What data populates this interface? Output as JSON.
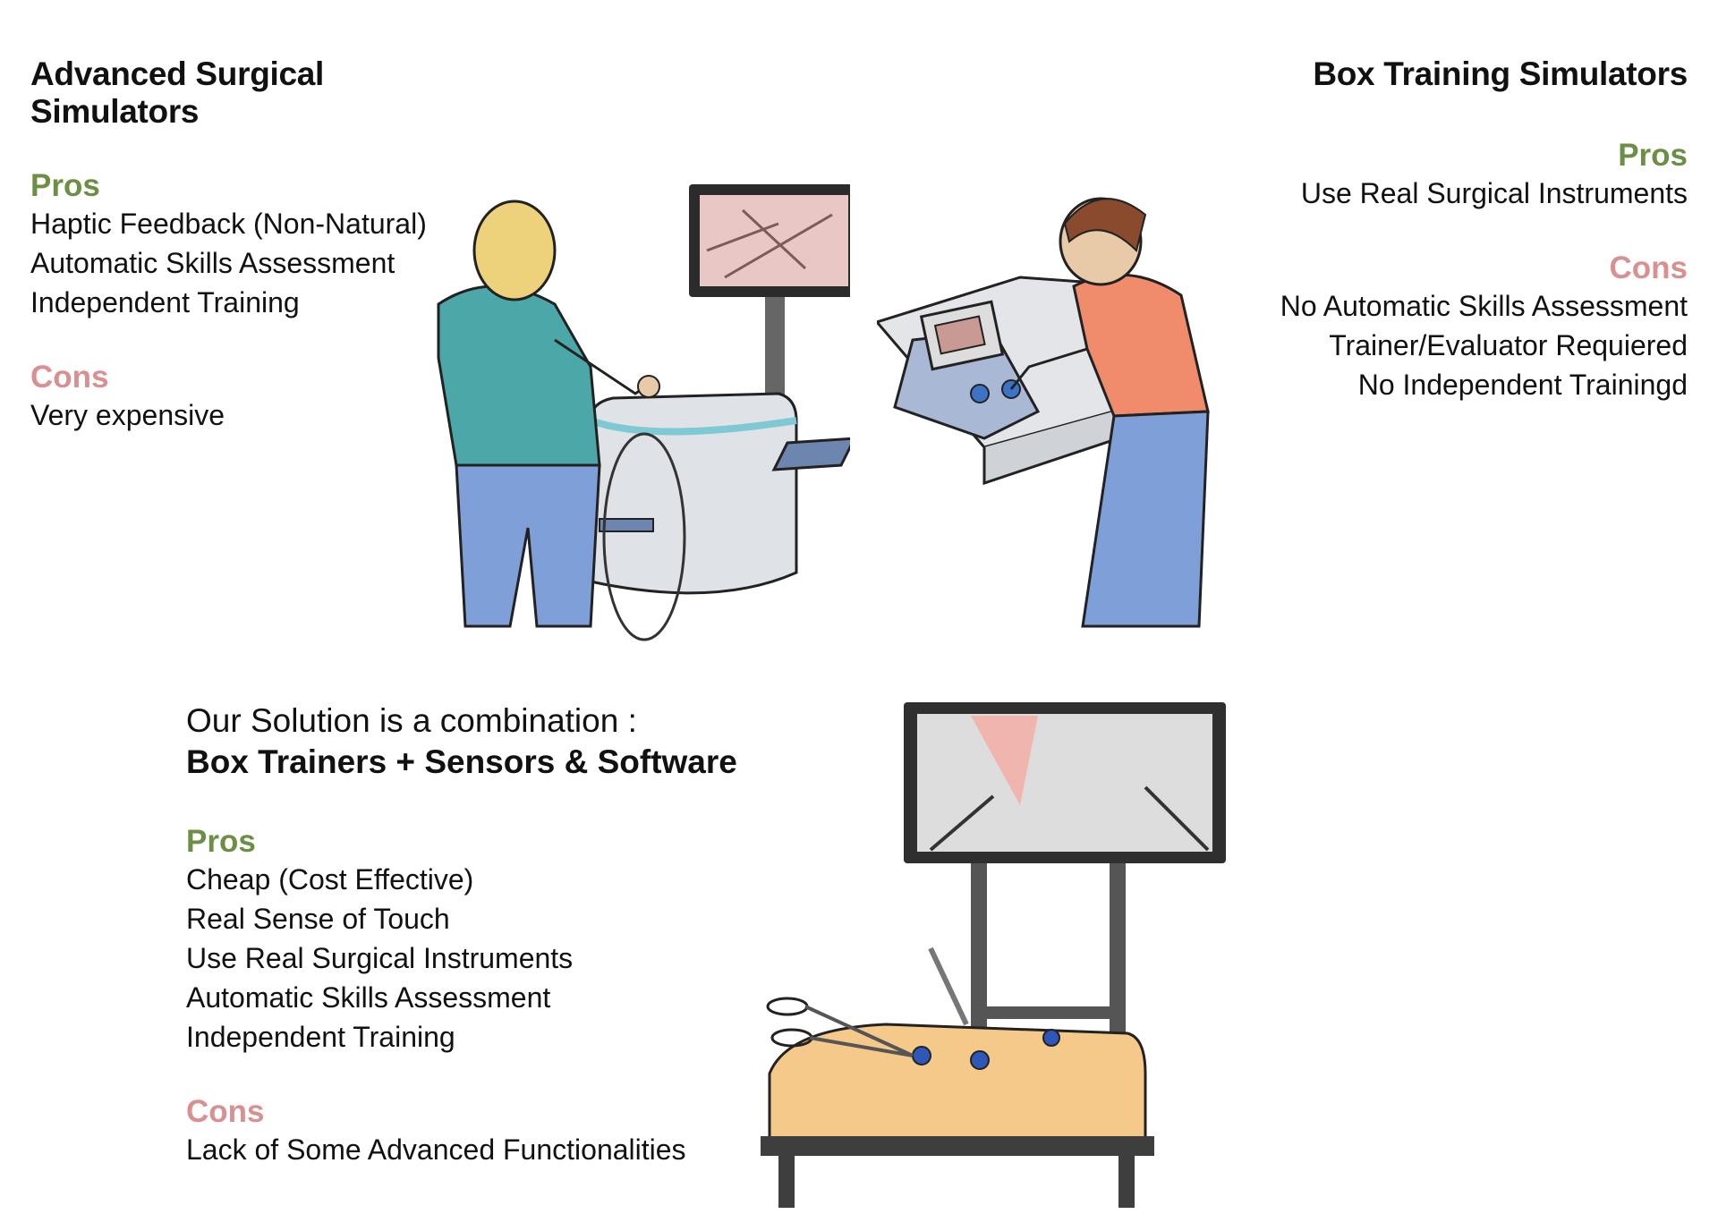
{
  "colors": {
    "pros": "#6b8f45",
    "cons": "#d89090",
    "text": "#111111"
  },
  "advanced": {
    "title": "Advanced Surgical Simulators",
    "pros_label": "Pros",
    "pros": [
      "Haptic Feedback (Non-Natural)",
      "Automatic Skills Assessment",
      "Independent Training"
    ],
    "cons_label": "Cons",
    "cons": [
      "Very expensive"
    ]
  },
  "box": {
    "title": "Box Training Simulators",
    "pros_label": "Pros",
    "pros": [
      "Use Real Surgical Instruments"
    ],
    "cons_label": "Cons",
    "cons": [
      "No Automatic Skills Assessment",
      "Trainer/Evaluator Requiered",
      "No Independent Trainingd"
    ]
  },
  "solution": {
    "intro": "Our Solution is a combination :",
    "headline": "Box Trainers + Sensors & Software",
    "pros_label": "Pros",
    "pros": [
      "Cheap (Cost Effective)",
      "Real Sense of Touch",
      "Use Real Surgical Instruments",
      "Automatic Skills Assessment",
      "Independent Training"
    ],
    "cons_label": "Cons",
    "cons": [
      "Lack of Some Advanced Functionalities"
    ]
  }
}
